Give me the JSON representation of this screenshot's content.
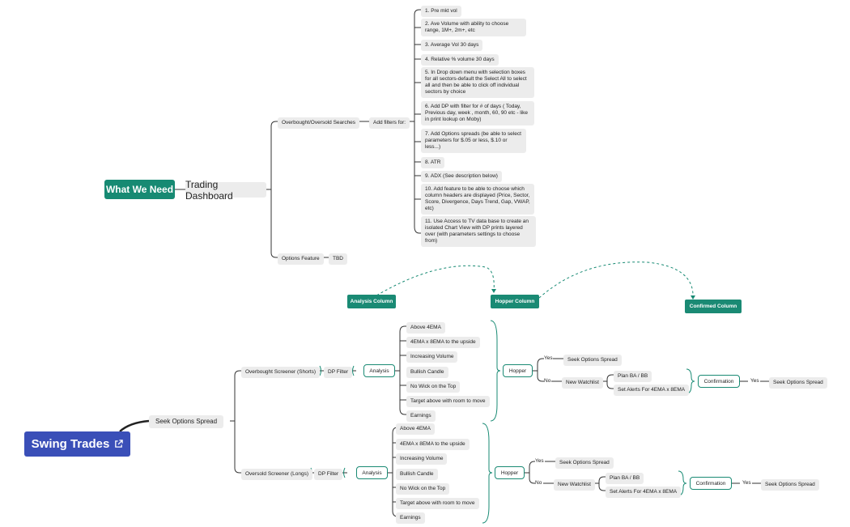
{
  "top_map": {
    "root": "What We Need",
    "title": "Trading Dashboard",
    "branch_overbought": "Overbought/Oversold Searches",
    "add_filters": "Add filters for:",
    "filters": [
      "1. Pre mkt vol",
      "2. Ave Volume with ability to choose range, 1M+, 2m+, etc",
      "3. Average Vol 30 days",
      "4. Relative  % volume 30 days",
      "5. In Drop down menu with selection boxes for all sectors-default the Select All to select all and then be able to click off individual sectors by choice",
      "6. Add DP with filter for # of days ( Today, Previous day, week , month, 60, 90 etc - like in print lookup on Moby)",
      "7. Add Options spreads (be able to select parameters for $.05 or less, $.10 or less...)",
      "8. ATR",
      "9. ADX (See description below)",
      "10. Add feature to be able to choose which column headers are displayed (Price, Sector, Score, Divergence, Days Trend, Gap, VWAP, etc)",
      "11. Use Access to TV data base to create an isolated Chart View with DP prints layered over (with parameters settings to choose from)"
    ],
    "options_feature": "Options Feature",
    "tbd": "TBD"
  },
  "columns": {
    "analysis": "Analysis Column",
    "hopper": "Hopper Column",
    "confirmed": "Confirmed Column"
  },
  "swing": {
    "root": "Swing Trades",
    "seek": "Seek Options Spread",
    "shorts": {
      "screener": "Overbought Screener (Shorts)",
      "dp_filter": "DP Filter",
      "analysis": "Analysis",
      "criteria": [
        "Above 4EMA",
        "4EMA x 8EMA to the upside",
        "Increasing Volume",
        "Bullish Candle",
        "No Wick on the Top",
        "Target above with room to move",
        "Earnings"
      ],
      "hopper": "Hopper",
      "yes": "Yes",
      "yes_action": "Seek Options Spread",
      "no": "No",
      "new_watchlist": "New Watchlist",
      "plan": "Plan BA / BB",
      "alerts": "Set Alerts For 4EMA x 8EMA",
      "confirmation": "Confirmation",
      "conf_yes": "Yes",
      "conf_action": "Seek Options Spread"
    },
    "longs": {
      "screener": "Oversold Screener (Longs)",
      "dp_filter": "DP Filter",
      "analysis": "Analysis",
      "criteria": [
        "Above 4EMA",
        "4EMA x 8EMA to the upside",
        "Increasing Volume",
        "Bullish Candle",
        "No Wick on the Top",
        "Target above with room to move",
        "Earnings"
      ],
      "hopper": "Hopper",
      "yes": "Yes",
      "yes_action": "Seek Options Spread",
      "no": "No",
      "new_watchlist": "New Watchlist",
      "plan": "Plan BA / BB",
      "alerts": "Set Alerts For 4EMA x 8EMA",
      "confirmation": "Confirmation",
      "conf_yes": "Yes",
      "conf_action": "Seek Options Spread"
    }
  },
  "colors": {
    "green": "#178a73",
    "blue": "#3a4fb8",
    "node_bg": "#ececec"
  }
}
